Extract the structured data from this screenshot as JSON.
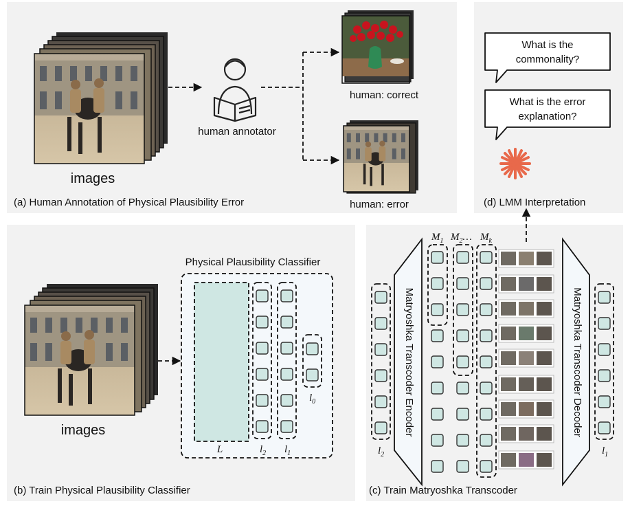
{
  "panels": {
    "a": {
      "caption": "(a) Human Annotation of Physical Plausibility Error",
      "images_label": "images",
      "annotator_label": "human annotator",
      "correct_label": "human: correct",
      "error_label": "human: error"
    },
    "b": {
      "caption": "(b) Train Physical Plausibility Classifier",
      "images_label": "images",
      "classifier_title": "Physical Plausibility Classifier",
      "layer_L": "L",
      "layer_l2": "l",
      "layer_l2_sub": "2",
      "layer_l1": "l",
      "layer_l1_sub": "1",
      "layer_l0": "l",
      "layer_l0_sub": "0"
    },
    "c": {
      "caption": "(c) Train Matryoshka Transcoder",
      "encoder_label": "Matryoshka Transcoder Encoder",
      "decoder_label": "Matryoshka Transcoder Decoder",
      "m1": "M",
      "m1_sub": "1",
      "m2": "M",
      "m2_sub": "2",
      "m2_ellipsis": "…",
      "mk": "M",
      "mk_sub": "k",
      "in_label": "l",
      "in_sub": "2",
      "out_label": "l",
      "out_sub": "1"
    },
    "d": {
      "caption": "(d) LMM Interpretation",
      "q1_line1": "What is the",
      "q1_line2": "commonality?",
      "q2_line1": "What is the error",
      "q2_line2": "explanation?"
    }
  },
  "colors": {
    "panel_bg": "#f2f2f2",
    "cell_fill": "#cfe7e3",
    "classifier_bg": "#f4f8fb",
    "encoder_bg": "#f4f8fb",
    "llm_icon": "#e8694b"
  },
  "icons": [
    "person-reading-icon",
    "llm-sparkle-icon"
  ]
}
